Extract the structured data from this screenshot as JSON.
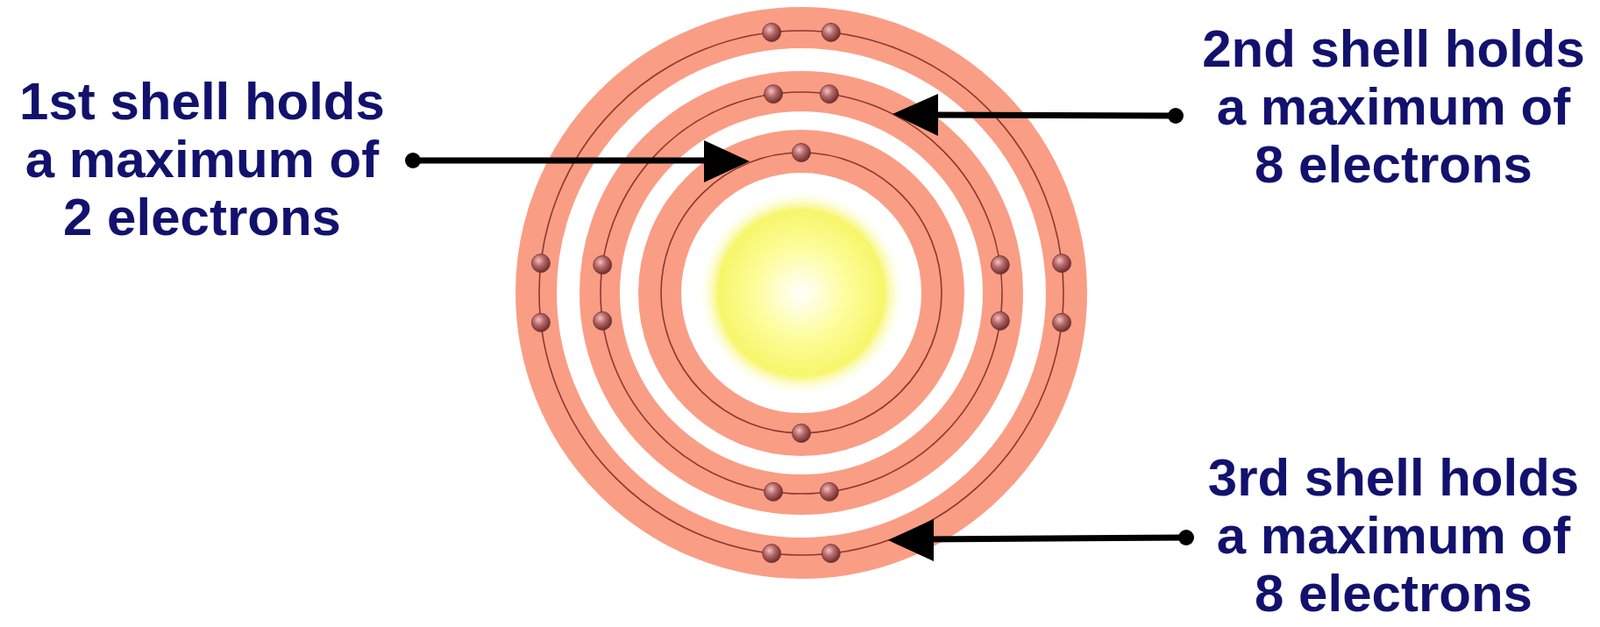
{
  "diagram": {
    "labels": [
      "1st shell holds a maximum of 2 electrons",
      "2nd shell holds a maximum of 8 electrons",
      "3rd shell holds a maximum of 8 electrons"
    ]
  }
}
